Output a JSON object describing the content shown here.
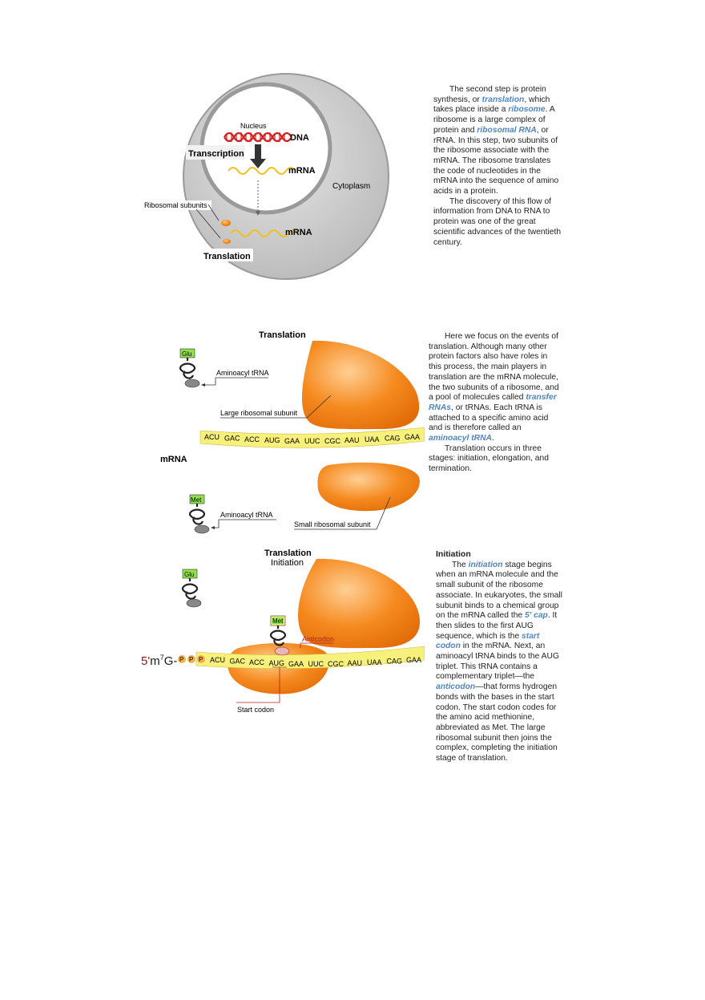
{
  "panel1": {
    "labels": {
      "nucleus": "Nucleus",
      "dna": "DNA",
      "transcription": "Transcription",
      "mrna_top": "mRNA",
      "cytoplasm": "Cytoplasm",
      "ribosomal_subunits": "Ribosomal subunits",
      "mrna_bottom": "mRNA",
      "translation": "Translation"
    },
    "text": [
      [
        "The second step is protein synthesis, or ",
        {
          "term": "translation"
        },
        ", which takes place inside a ",
        {
          "term": "ribosome"
        },
        ". A ribosome is a large complex of protein and ",
        {
          "term": "ribosomal RNA"
        },
        ", or rRNA. In this step, two subunits of the ribosome associate with the mRNA. The ribosome translates the code of nucleotides in the mRNA into the sequence of amino acids in a protein."
      ],
      [
        "The discovery of this flow of information from DNA to RNA to protein was one of the great scientific advances of the twentieth century."
      ]
    ]
  },
  "panel2": {
    "labels": {
      "title": "Translation",
      "glu": "Glu",
      "aminoacyl_trna_top": "Aminoacyl  tRNA",
      "large_subunit": "Large ribosomal subunit",
      "mrna": "mRNA",
      "met": "Met",
      "aminoacyl_trna_bottom": "Aminoacyl  tRNA",
      "small_subunit": "Small ribosomal subunit"
    },
    "codons": [
      "ACU",
      "GAC",
      "ACC",
      "AUG",
      "GAA",
      "UUC",
      "CGC",
      "AAU",
      "UAA",
      "CAG",
      "GAA"
    ],
    "text": [
      [
        "Here we focus on the events of translation. Although many other protein factors also have roles in this process, the main players in translation are the mRNA molecule, the two subunits of a ribosome, and a pool of molecules called ",
        {
          "term": "transfer RNAs"
        },
        ", or tRNAs. Each tRNA is attached to a specific amino acid and is therefore called an ",
        {
          "term": "aminoacyl tRNA"
        },
        "."
      ],
      [
        "Translation occurs in three stages: initiation, elongation, and termination."
      ]
    ]
  },
  "panel3": {
    "labels": {
      "title": "Translation",
      "subtitle": "Initiation",
      "glu": "Glu",
      "met": "Met",
      "anticodon": "Anticodon",
      "cap_five": "5'",
      "cap_m": "m",
      "cap_seven": "7",
      "cap_g": "G-",
      "phosphate": "P",
      "start_codon": "Start codon"
    },
    "codons": [
      "ACU",
      "GAC",
      "ACC",
      "AUG",
      "GAA",
      "UUC",
      "CGC",
      "AAU",
      "UAA",
      "CAG",
      "GAA"
    ],
    "heading": "Initiation",
    "text": [
      [
        "The ",
        {
          "term": "initiation"
        },
        " stage begins when an mRNA molecule and the small subunit of the ribosome associate. In eukaryotes, the small subunit binds to a chemical group on the mRNA called the ",
        {
          "term": "5' cap"
        },
        ". It then slides to the first AUG sequence, which is the ",
        {
          "term": "start codon"
        },
        " in the mRNA. Next, an aminoacyl tRNA binds to the AUG triplet. This tRNA contains a complementary triplet—the ",
        {
          "term": "anticodon"
        },
        "—that forms hydrogen bonds with the bases in the start codon. The start codon codes for the amino acid methionine, abbreviated as Met. The large ribosomal subunit then joins the complex, completing the initiation stage of translation."
      ]
    ]
  },
  "colors": {
    "dna": "#d42020",
    "mrna_wave": "#f0c020",
    "ribosome": "#f58a1f",
    "cell_gray": "#cfcfcf",
    "term": "#4f86c0",
    "mrna_strip": "#f7f07a",
    "aa_box": "#8fe04a",
    "anticodon": "#b02020"
  },
  "icons": {
    "trna": "trna-cloverleaf-icon",
    "arrow": "arrow-down-icon"
  }
}
